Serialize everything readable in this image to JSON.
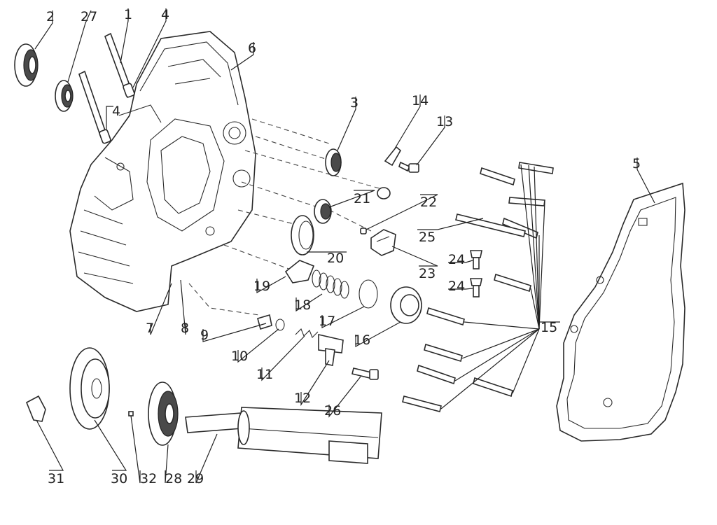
{
  "diagram": {
    "labels": [
      {
        "id": "p2",
        "text": "2"
      },
      {
        "id": "p27",
        "text": "27"
      },
      {
        "id": "p1",
        "text": "1"
      },
      {
        "id": "p4a",
        "text": "4"
      },
      {
        "id": "p4b",
        "text": "4"
      },
      {
        "id": "p6",
        "text": "6"
      },
      {
        "id": "p3",
        "text": "3"
      },
      {
        "id": "p14",
        "text": "14"
      },
      {
        "id": "p13",
        "text": "13"
      },
      {
        "id": "p5",
        "text": "5"
      },
      {
        "id": "p21",
        "text": "21"
      },
      {
        "id": "p22",
        "text": "22"
      },
      {
        "id": "p25",
        "text": "25"
      },
      {
        "id": "p20",
        "text": "20"
      },
      {
        "id": "p23",
        "text": "23"
      },
      {
        "id": "p24a",
        "text": "24"
      },
      {
        "id": "p24b",
        "text": "24"
      },
      {
        "id": "p19",
        "text": "19"
      },
      {
        "id": "p18",
        "text": "18"
      },
      {
        "id": "p17",
        "text": "17"
      },
      {
        "id": "p16",
        "text": "16"
      },
      {
        "id": "p15",
        "text": "15"
      },
      {
        "id": "p7",
        "text": "7"
      },
      {
        "id": "p8",
        "text": "8"
      },
      {
        "id": "p9",
        "text": "9"
      },
      {
        "id": "p10",
        "text": "10"
      },
      {
        "id": "p11",
        "text": "11"
      },
      {
        "id": "p12",
        "text": "12"
      },
      {
        "id": "p26",
        "text": "26"
      },
      {
        "id": "p31",
        "text": "31"
      },
      {
        "id": "p30",
        "text": "30"
      },
      {
        "id": "p32",
        "text": "32"
      },
      {
        "id": "p28",
        "text": "28"
      },
      {
        "id": "p29",
        "text": "29"
      }
    ]
  }
}
